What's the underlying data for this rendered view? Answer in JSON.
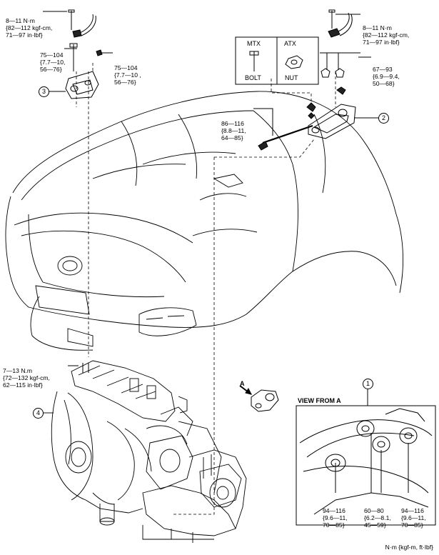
{
  "torques": {
    "cable_left": [
      "8—11 N·m",
      "{82—112 kgf-cm,",
      "71—97 in·lbf}"
    ],
    "mount3_bolt": [
      "75—104",
      "{7.7—10,",
      "56—76}"
    ],
    "mount3_nut": [
      "75—104",
      "{7.7—10 ,",
      "56—76}"
    ],
    "cable_right": [
      "8—11 N·m",
      "{82—112 kgf-cm,",
      "71—97 in·lbf}"
    ],
    "mount2_nuts": [
      "67—93",
      "{6.9—9.4,",
      "50—68}"
    ],
    "long_bolt": [
      "86—116",
      "{8.8—11,",
      "64—85}"
    ],
    "engine_bolt": [
      "7—13 N.m",
      "{72—132 kgf-cm,",
      "62—115 in·lbf}"
    ],
    "view_left": [
      "94—116",
      "{9.6—11,",
      "70—85}"
    ],
    "view_mid": [
      "60—80",
      "{6.2—8.1,",
      "45—59}"
    ],
    "view_right": [
      "94—116",
      "{9.6—11,",
      "70—85}"
    ]
  },
  "legend": {
    "mtx": "MTX",
    "atx": "ATX",
    "bolt": "BOLT",
    "nut": "NUT"
  },
  "callouts": {
    "c1": "1",
    "c2": "2",
    "c3": "3",
    "c4": "4"
  },
  "view_title": "VIEW FROM A",
  "arrow_label": "A",
  "units": "N·m {kgf-m, ft·lbf}"
}
